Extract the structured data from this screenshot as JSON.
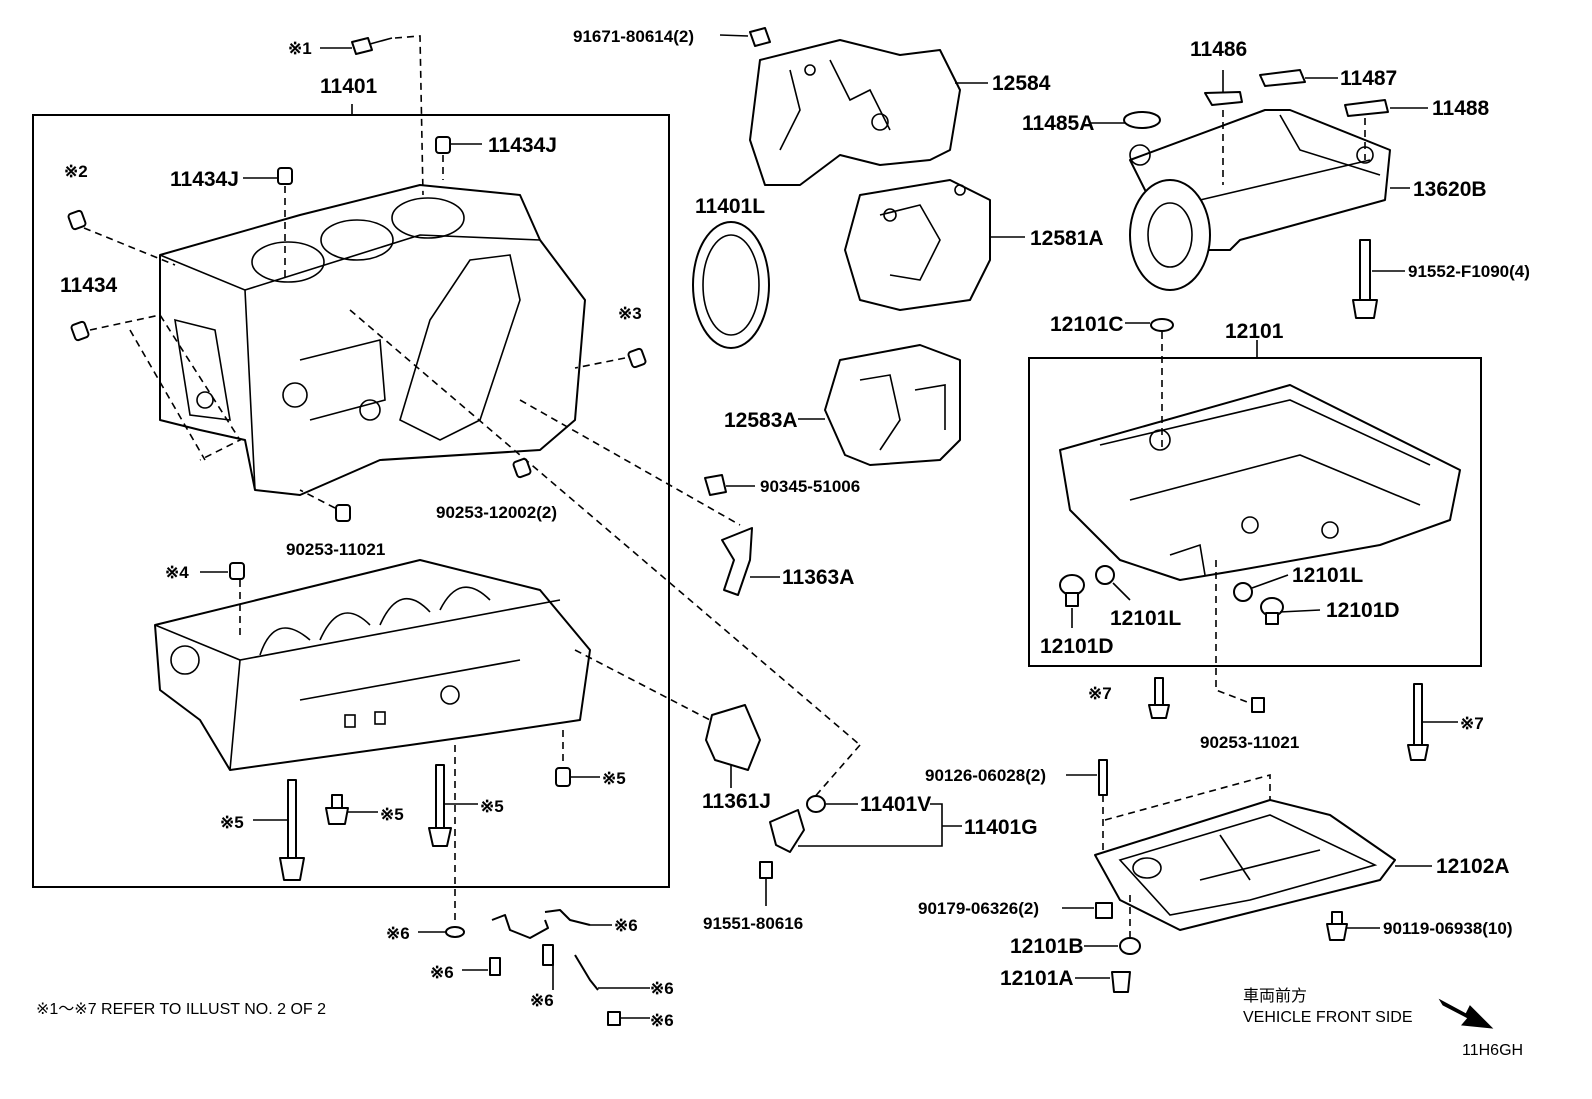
{
  "labels": {
    "p11401": "11401",
    "p11434J_a": "11434J",
    "p11434J_b": "11434J",
    "p11434": "11434",
    "s1": "※1",
    "s2": "※2",
    "s3": "※3",
    "s4": "※4",
    "s5_a": "※5",
    "s5_b": "※5",
    "s5_c": "※5",
    "s5_d": "※5",
    "s6_a": "※6",
    "s6_b": "※6",
    "s6_c": "※6",
    "s6_d": "※6",
    "s6_e": "※6",
    "s6_f": "※6",
    "s7_a": "※7",
    "s7_b": "※7",
    "p90253_12002": "90253-12002(2)",
    "p90253_11021_a": "90253-11021",
    "p90253_11021_b": "90253-11021",
    "p91671": "91671-80614(2)",
    "p12584": "12584",
    "p11401L": "11401L",
    "p12581A": "12581A",
    "p12583A": "12583A",
    "p90345": "90345-51006",
    "p11363A": "11363A",
    "p11361J": "11361J",
    "p11401V": "11401V",
    "p11401G": "11401G",
    "p91551": "91551-80616",
    "p11486": "11486",
    "p11487": "11487",
    "p11485A": "11485A",
    "p11488": "11488",
    "p13620B": "13620B",
    "p91552": "91552-F1090(4)",
    "p12101C": "12101C",
    "p12101": "12101",
    "p12101L_a": "12101L",
    "p12101L_b": "12101L",
    "p12101D_a": "12101D",
    "p12101D_b": "12101D",
    "p90126": "90126-06028(2)",
    "p12102A": "12102A",
    "p90179": "90179-06326(2)",
    "p90119": "90119-06938(10)",
    "p12101B": "12101B",
    "p12101A": "12101A"
  },
  "footnote": "※1～※7  REFER TO ILLUST NO. 2 OF 2",
  "front_side_jp": "車両前方",
  "front_side_en": "VEHICLE FRONT SIDE",
  "illustration_code": "11H6GH"
}
